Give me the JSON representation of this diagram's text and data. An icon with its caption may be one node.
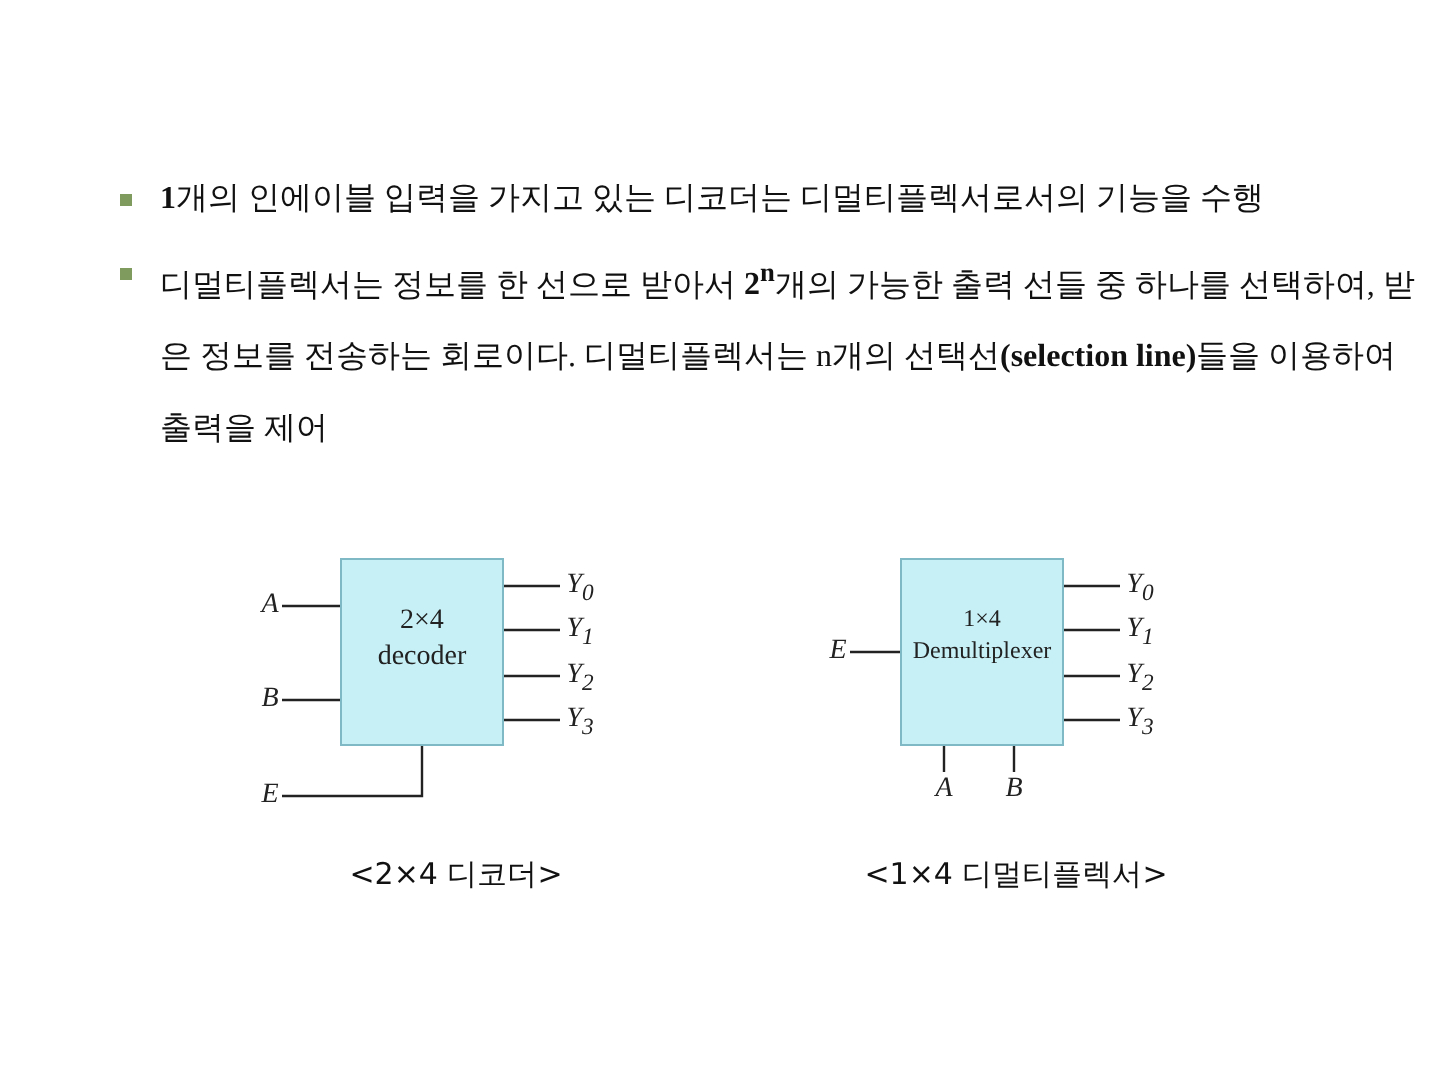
{
  "diagram": {
    "nodes": [
      {
        "text": [
          "2×4 decoder"
        ]
      },
      {
        "text": [
          "A"
        ]
      },
      {
        "text": [
          "B"
        ]
      },
      {
        "text": [
          "E"
        ]
      },
      {
        "text": [
          "Y$_{0}$"
        ]
      },
      {
        "text": [
          "Y$_{1}$"
        ]
      },
      {
        "text": [
          "Y$_{2}$"
        ]
      },
      {
        "text": [
          "Y$_{3}$"
        ]
      },
      {
        "text": [
          "1×4 Demultiplexer"
        ]
      },
      {
        "text": [
          "E"
        ]
      },
      {
        "text": [
          "A"
        ]
      },
      {
        "text": [
          "B"
        ]
      },
      {
        "text": [
          "Y$_{0}$"
        ]
      },
      {
        "text": [
          "Y$_{1}$"
        ]
      },
      {
        "text": [
          "Y$_{2}$"
        ]
      },
      {
        "text": [
          "Y$_{3}$"
        ]
      }
    ],
    "edges": [
      {
        "from": 1,
        "to": 0,
        "arrow": "none"
      },
      {
        "from": 2,
        "to": 0,
        "arrow": "none"
      },
      {
        "from": 3,
        "to": 0,
        "arrow": "none"
      },
      {
        "from": 0,
        "to": 4,
        "arrow": "none"
      },
      {
        "from": 0,
        "to": 5,
        "arrow": "none"
      },
      {
        "from": 0,
        "to": 6,
        "arrow": "none"
      },
      {
        "from": 0,
        "to": 7,
        "arrow": "none"
      },
      {
        "from": 9,
        "to": 8,
        "arrow": "none"
      },
      {
        "from": 10,
        "to": 8,
        "arrow": "none"
      },
      {
        "from": 11,
        "to": 8,
        "arrow": "none"
      },
      {
        "from": 8,
        "to": 12,
        "arrow": "none"
      },
      {
        "from": 8,
        "to": 13,
        "arrow": "none"
      },
      {
        "from": 8,
        "to": 14,
        "arrow": "none"
      },
      {
        "from": 8,
        "to": 15,
        "arrow": "none"
      }
    ],
    "labels": [
      "**1**개의 인에이블 입력을 가지고 있는 디코더는 디멀티플렉서로서의 기능을 수행",
      "디멀티플렉서는 정보를 한 선으로 받아서 **2$^{n}$**개의 가능한 출력 선들 중 하나를 선택하여, 받은 정보를 전송하는 회로이다. 디멀티플렉서는 n개의 선택선**(selection line)**들을 이용하여 출력을 제어",
      "<2×4 디코더>",
      "<1×4 디멀티플렉서>"
    ]
  }
}
